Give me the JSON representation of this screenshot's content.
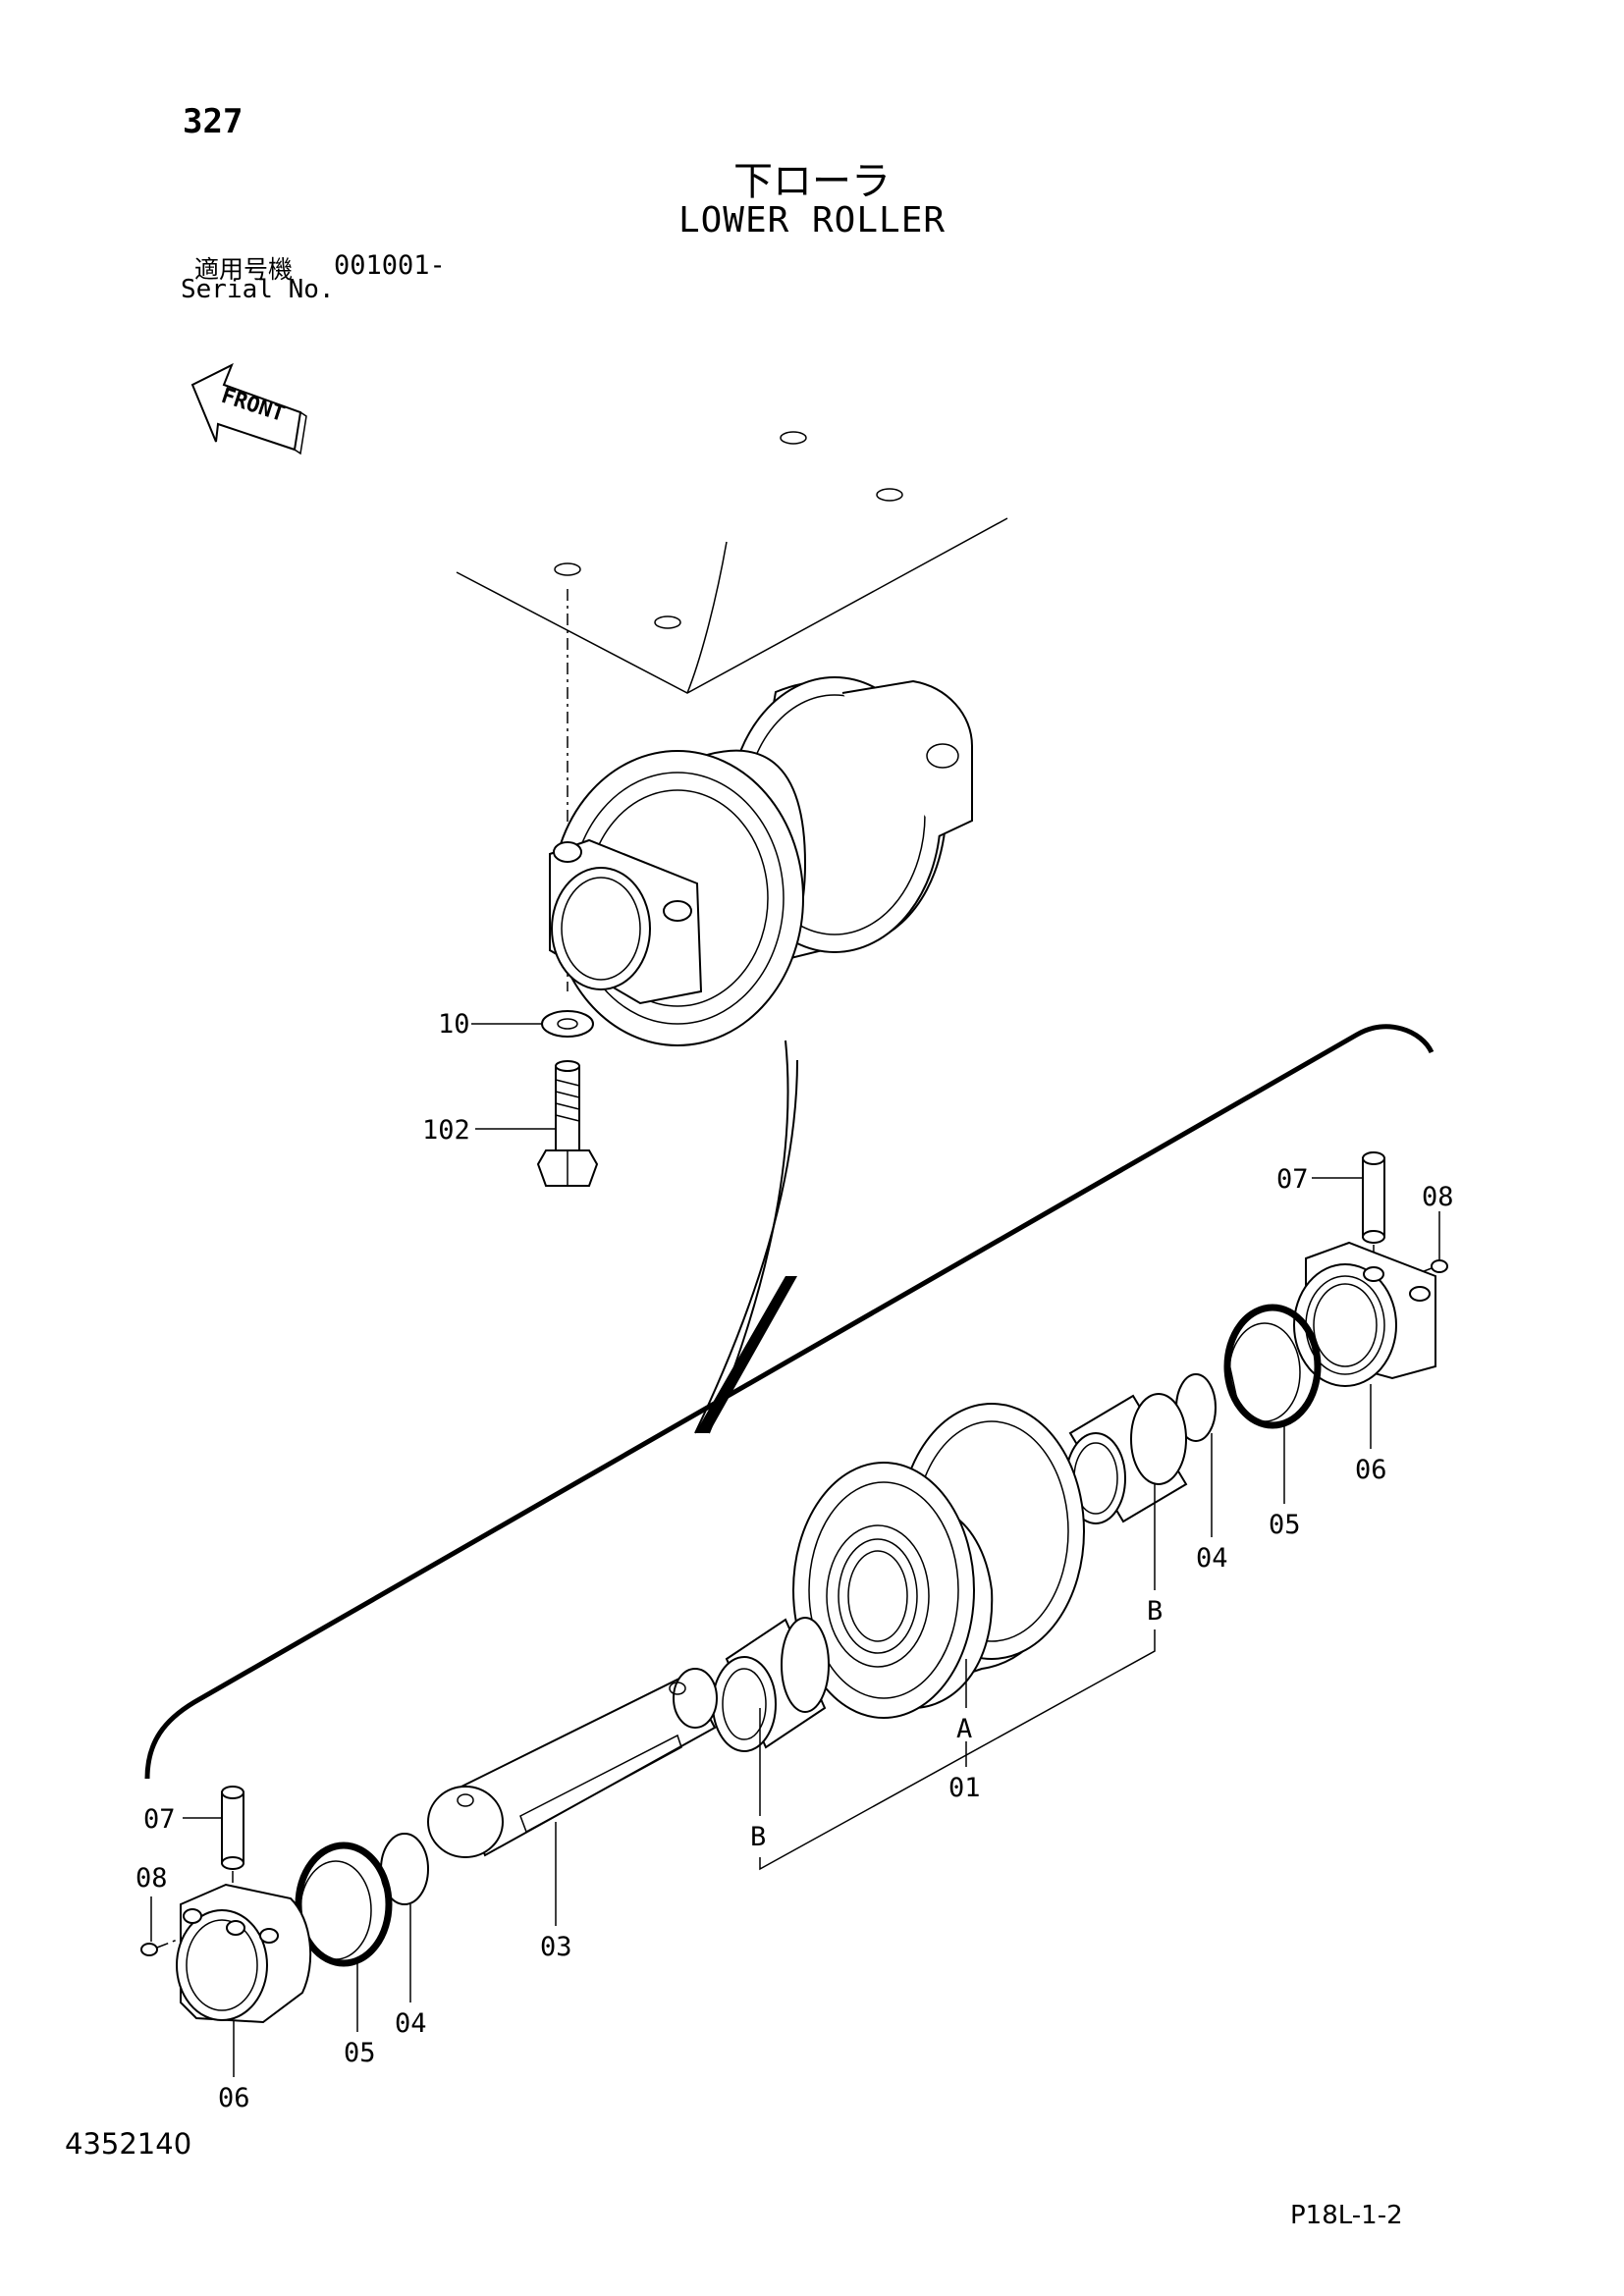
{
  "header": {
    "page_number": "327",
    "title_jp": "下ローラ",
    "title_en": "LOWER ROLLER",
    "serial_label_jp": "適用号機",
    "serial_value": "001001-",
    "serial_label_en": "Serial No."
  },
  "direction_marker": {
    "label": "FRONT",
    "icon": "arrow-left-icon"
  },
  "callouts": {
    "c10": "10",
    "c102": "102",
    "c07_right": "07",
    "c08_right": "08",
    "c06_right": "06",
    "c05_right": "05",
    "c04_right": "04",
    "c_B_upper": "B",
    "c_A": "A",
    "c01": "01",
    "c_B_lower": "B",
    "c03": "03",
    "c07_left": "07",
    "c08_left": "08",
    "c05_left": "05",
    "c04_left": "04",
    "c06_left": "06"
  },
  "footer": {
    "doc_number": "4352140",
    "page_code": "P18L-1-2"
  }
}
